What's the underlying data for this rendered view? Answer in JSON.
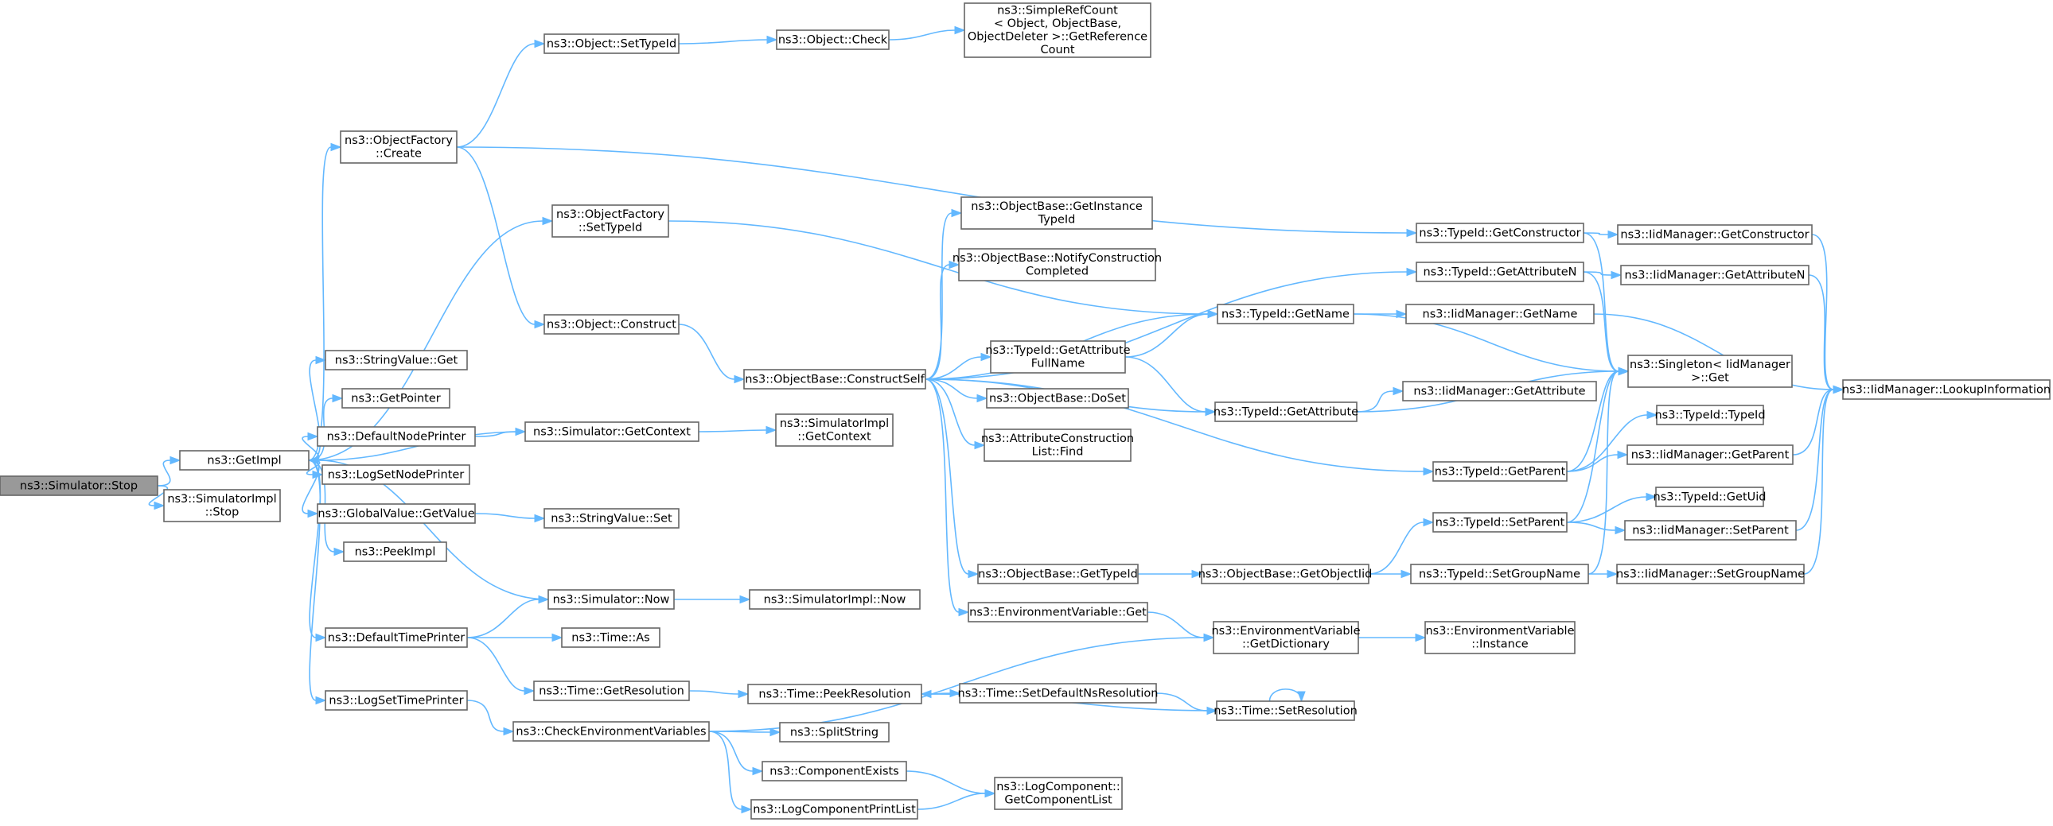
{
  "diagram": {
    "nodes": [
      {
        "id": "n0",
        "lines": [
          "ns3::Simulator::Stop"
        ],
        "root": true
      },
      {
        "id": "n1",
        "lines": [
          "ns3::GetImpl"
        ]
      },
      {
        "id": "n2",
        "lines": [
          "ns3::SimulatorImpl",
          "::Stop"
        ]
      },
      {
        "id": "n3",
        "lines": [
          "ns3::ObjectFactory",
          "::Create"
        ]
      },
      {
        "id": "n4",
        "lines": [
          "ns3::ObjectFactory",
          "::SetTypeId"
        ]
      },
      {
        "id": "n5",
        "lines": [
          "ns3::StringValue::Get"
        ]
      },
      {
        "id": "n6",
        "lines": [
          "ns3::GetPointer"
        ]
      },
      {
        "id": "n7",
        "lines": [
          "ns3::DefaultNodePrinter"
        ]
      },
      {
        "id": "n8",
        "lines": [
          "ns3::LogSetNodePrinter"
        ]
      },
      {
        "id": "n9",
        "lines": [
          "ns3::GlobalValue::GetValue"
        ]
      },
      {
        "id": "n10",
        "lines": [
          "ns3::PeekImpl"
        ]
      },
      {
        "id": "n11",
        "lines": [
          "ns3::DefaultTimePrinter"
        ]
      },
      {
        "id": "n12",
        "lines": [
          "ns3::LogSetTimePrinter"
        ]
      },
      {
        "id": "n13",
        "lines": [
          "ns3::Object::SetTypeId"
        ]
      },
      {
        "id": "n14",
        "lines": [
          "ns3::Object::Check"
        ]
      },
      {
        "id": "n15",
        "lines": [
          "ns3::SimpleRefCount",
          "< Object, ObjectBase,",
          "ObjectDeleter >::GetReference",
          "Count"
        ]
      },
      {
        "id": "n16",
        "lines": [
          "ns3::Object::Construct"
        ]
      },
      {
        "id": "n17",
        "lines": [
          "ns3::Simulator::GetContext"
        ]
      },
      {
        "id": "n18",
        "lines": [
          "ns3::StringValue::Set"
        ]
      },
      {
        "id": "n19",
        "lines": [
          "ns3::Simulator::Now"
        ]
      },
      {
        "id": "n20",
        "lines": [
          "ns3::Time::As"
        ]
      },
      {
        "id": "n21",
        "lines": [
          "ns3::Time::GetResolution"
        ]
      },
      {
        "id": "n22",
        "lines": [
          "ns3::CheckEnvironmentVariables"
        ]
      },
      {
        "id": "n23",
        "lines": [
          "ns3::ObjectBase::ConstructSelf"
        ]
      },
      {
        "id": "n24",
        "lines": [
          "ns3::SimulatorImpl",
          "::GetContext"
        ]
      },
      {
        "id": "n25",
        "lines": [
          "ns3::SimulatorImpl::Now"
        ]
      },
      {
        "id": "n26",
        "lines": [
          "ns3::Time::PeekResolution"
        ]
      },
      {
        "id": "n27",
        "lines": [
          "ns3::SplitString"
        ]
      },
      {
        "id": "n28",
        "lines": [
          "ns3::ComponentExists"
        ]
      },
      {
        "id": "n29",
        "lines": [
          "ns3::LogComponentPrintList"
        ]
      },
      {
        "id": "n30",
        "lines": [
          "ns3::ObjectBase::GetInstance",
          "TypeId"
        ]
      },
      {
        "id": "n31",
        "lines": [
          "ns3::ObjectBase::NotifyConstruction",
          "Completed"
        ]
      },
      {
        "id": "n32",
        "lines": [
          "ns3::TypeId::GetAttribute",
          "FullName"
        ]
      },
      {
        "id": "n33",
        "lines": [
          "ns3::ObjectBase::DoSet"
        ]
      },
      {
        "id": "n34",
        "lines": [
          "ns3::AttributeConstruction",
          "List::Find"
        ]
      },
      {
        "id": "n35",
        "lines": [
          "ns3::ObjectBase::GetTypeId"
        ]
      },
      {
        "id": "n36",
        "lines": [
          "ns3::EnvironmentVariable::Get"
        ]
      },
      {
        "id": "n37",
        "lines": [
          "ns3::Time::SetDefaultNsResolution"
        ]
      },
      {
        "id": "n38",
        "lines": [
          "ns3::LogComponent::",
          "GetComponentList"
        ]
      },
      {
        "id": "n39",
        "lines": [
          "ns3::TypeId::GetName"
        ]
      },
      {
        "id": "n40",
        "lines": [
          "ns3::TypeId::GetAttribute"
        ]
      },
      {
        "id": "n41",
        "lines": [
          "ns3::ObjectBase::GetObjectIid"
        ]
      },
      {
        "id": "n42",
        "lines": [
          "ns3::EnvironmentVariable",
          "::GetDictionary"
        ]
      },
      {
        "id": "n43",
        "lines": [
          "ns3::Time::SetResolution"
        ]
      },
      {
        "id": "n44",
        "lines": [
          "ns3::TypeId::GetConstructor"
        ]
      },
      {
        "id": "n45",
        "lines": [
          "ns3::TypeId::GetAttributeN"
        ]
      },
      {
        "id": "n46",
        "lines": [
          "ns3::IidManager::GetName"
        ]
      },
      {
        "id": "n47",
        "lines": [
          "ns3::IidManager::GetAttribute"
        ]
      },
      {
        "id": "n48",
        "lines": [
          "ns3::TypeId::GetParent"
        ]
      },
      {
        "id": "n49",
        "lines": [
          "ns3::TypeId::SetParent"
        ]
      },
      {
        "id": "n50",
        "lines": [
          "ns3::TypeId::SetGroupName"
        ]
      },
      {
        "id": "n51",
        "lines": [
          "ns3::EnvironmentVariable",
          "::Instance"
        ]
      },
      {
        "id": "n52",
        "lines": [
          "ns3::IidManager::GetConstructor"
        ]
      },
      {
        "id": "n53",
        "lines": [
          "ns3::IidManager::GetAttributeN"
        ]
      },
      {
        "id": "n54",
        "lines": [
          "ns3::Singleton< IidManager",
          ">::Get"
        ]
      },
      {
        "id": "n55",
        "lines": [
          "ns3::TypeId::TypeId"
        ]
      },
      {
        "id": "n56",
        "lines": [
          "ns3::IidManager::GetParent"
        ]
      },
      {
        "id": "n57",
        "lines": [
          "ns3::TypeId::GetUid"
        ]
      },
      {
        "id": "n58",
        "lines": [
          "ns3::IidManager::SetParent"
        ]
      },
      {
        "id": "n59",
        "lines": [
          "ns3::IidManager::SetGroupName"
        ]
      },
      {
        "id": "n60",
        "lines": [
          "ns3::IidManager::LookupInformation"
        ]
      }
    ],
    "edges": [
      [
        "n0",
        "n1"
      ],
      [
        "n0",
        "n2"
      ],
      [
        "n1",
        "n3"
      ],
      [
        "n1",
        "n4"
      ],
      [
        "n1",
        "n5"
      ],
      [
        "n1",
        "n6"
      ],
      [
        "n1",
        "n7"
      ],
      [
        "n1",
        "n8"
      ],
      [
        "n1",
        "n9"
      ],
      [
        "n1",
        "n10"
      ],
      [
        "n1",
        "n11"
      ],
      [
        "n1",
        "n12"
      ],
      [
        "n3",
        "n13"
      ],
      [
        "n3",
        "n16"
      ],
      [
        "n3",
        "n44"
      ],
      [
        "n13",
        "n14"
      ],
      [
        "n14",
        "n15"
      ],
      [
        "n4",
        "n39"
      ],
      [
        "n16",
        "n23"
      ],
      [
        "n7",
        "n17"
      ],
      [
        "n17",
        "n1"
      ],
      [
        "n17",
        "n24"
      ],
      [
        "n9",
        "n18"
      ],
      [
        "n11",
        "n19"
      ],
      [
        "n11",
        "n20"
      ],
      [
        "n11",
        "n21"
      ],
      [
        "n19",
        "n1"
      ],
      [
        "n19",
        "n25"
      ],
      [
        "n21",
        "n26"
      ],
      [
        "n12",
        "n22"
      ],
      [
        "n22",
        "n27"
      ],
      [
        "n22",
        "n28"
      ],
      [
        "n22",
        "n29"
      ],
      [
        "n22",
        "n42"
      ],
      [
        "n28",
        "n38"
      ],
      [
        "n29",
        "n38"
      ],
      [
        "n26",
        "n37"
      ],
      [
        "n37",
        "n43"
      ],
      [
        "n43",
        "n26"
      ],
      [
        "n43",
        "n43"
      ],
      [
        "n23",
        "n30"
      ],
      [
        "n23",
        "n31"
      ],
      [
        "n23",
        "n32"
      ],
      [
        "n23",
        "n33"
      ],
      [
        "n23",
        "n34"
      ],
      [
        "n23",
        "n35"
      ],
      [
        "n23",
        "n36"
      ],
      [
        "n23",
        "n39"
      ],
      [
        "n23",
        "n40"
      ],
      [
        "n23",
        "n45"
      ],
      [
        "n23",
        "n48"
      ],
      [
        "n32",
        "n39"
      ],
      [
        "n32",
        "n40"
      ],
      [
        "n35",
        "n41"
      ],
      [
        "n41",
        "n49"
      ],
      [
        "n41",
        "n50"
      ],
      [
        "n36",
        "n42"
      ],
      [
        "n42",
        "n51"
      ],
      [
        "n39",
        "n46"
      ],
      [
        "n39",
        "n54"
      ],
      [
        "n40",
        "n47"
      ],
      [
        "n40",
        "n54"
      ],
      [
        "n44",
        "n52"
      ],
      [
        "n44",
        "n54"
      ],
      [
        "n45",
        "n53"
      ],
      [
        "n45",
        "n54"
      ],
      [
        "n48",
        "n55"
      ],
      [
        "n48",
        "n56"
      ],
      [
        "n48",
        "n54"
      ],
      [
        "n49",
        "n57"
      ],
      [
        "n49",
        "n58"
      ],
      [
        "n49",
        "n54"
      ],
      [
        "n50",
        "n59"
      ],
      [
        "n50",
        "n54"
      ],
      [
        "n46",
        "n60"
      ],
      [
        "n52",
        "n60"
      ],
      [
        "n53",
        "n60"
      ],
      [
        "n56",
        "n60"
      ],
      [
        "n58",
        "n60"
      ],
      [
        "n59",
        "n60"
      ]
    ]
  }
}
